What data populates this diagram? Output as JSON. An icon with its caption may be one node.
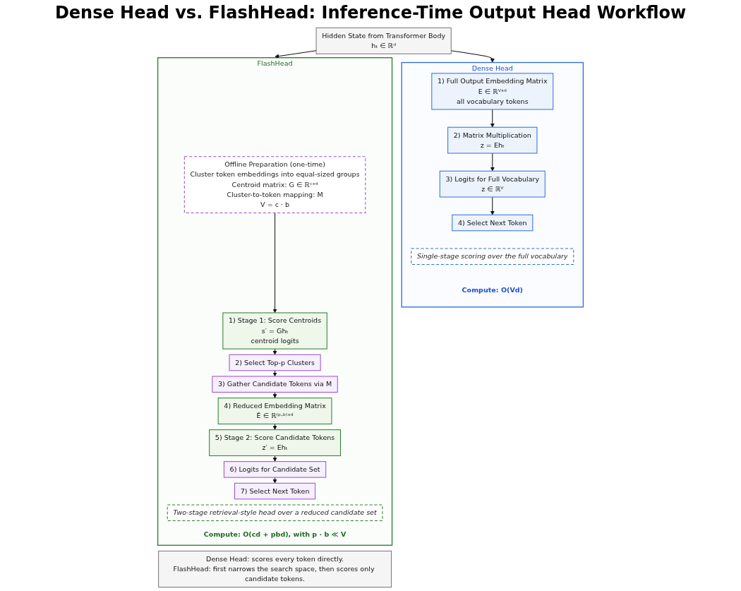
{
  "diagram": {
    "title": "Dense Head vs. FlashHead: Inference-Time Output Head Workflow",
    "nodes": [
      {
        "text": [
          "Hidden State from Transformer Body",
          "hₜ ∈ ℝᵈ"
        ]
      },
      {
        "text": [
          "Dense Head"
        ]
      },
      {
        "text": [
          "1) Full Output Embedding Matrix",
          "E ∈ ℝⱽˣᵈ",
          "all vocabulary tokens"
        ],
        "in": 1
      },
      {
        "text": [
          "2) Matrix Multiplication",
          "z = Ehₜ"
        ],
        "in": 1
      },
      {
        "text": [
          "3) Logits for Full Vocabulary",
          "z ∈ ℝⱽ"
        ],
        "in": 1
      },
      {
        "text": [
          "4) Select Next Token"
        ],
        "in": 1
      },
      {
        "text": [
          "Single-stage scoring over the full vocabulary"
        ],
        "in": 1
      },
      {
        "text": [
          "Compute: O(Vd)"
        ],
        "in": 1
      },
      {
        "text": [
          "FlashHead"
        ]
      },
      {
        "text": [
          "Offline Preparation (one-time)",
          "Cluster token embeddings into equal-sized groups",
          "Centroid matrix: G ∈ ℝᶜˣᵈ",
          "Cluster-to-token mapping: M",
          "V = c · b"
        ],
        "in": 8
      },
      {
        "text": [
          "1) Stage 1: Score Centroids",
          "s′ = Ghₜ",
          "centroid logits"
        ],
        "in": 8
      },
      {
        "text": [
          "2) Select Top-p Clusters"
        ],
        "in": 8
      },
      {
        "text": [
          "3) Gather Candidate Tokens via M"
        ],
        "in": 8
      },
      {
        "text": [
          "4) Reduced Embedding Matrix",
          "Ē ∈ ℝ⁽ᵖ·ᵇ⁾ˣᵈ"
        ],
        "in": 8
      },
      {
        "text": [
          "5) Stage 2: Score Candidate Tokens",
          "z′ = Ehₜ"
        ],
        "in": 8
      },
      {
        "text": [
          "6) Logits for Candidate Set"
        ],
        "in": 8
      },
      {
        "text": [
          "7) Select Next Token"
        ],
        "in": 8
      },
      {
        "text": [
          "Two-stage retrieval-style head over a reduced candidate set"
        ],
        "in": 8
      },
      {
        "text": [
          "Compute: O(cd + pbd), with p · b ≪ V"
        ],
        "in": 8
      },
      {
        "text": [
          "Dense Head: scores every token directly.",
          "FlashHead: first narrows the search space, then scores only candidate tokens."
        ]
      }
    ],
    "edges": [
      {
        "from": 0,
        "to": 1,
        "arrow": "to"
      },
      {
        "from": 0,
        "to": 8,
        "arrow": "to"
      },
      {
        "from": 2,
        "to": 3,
        "arrow": "to"
      },
      {
        "from": 3,
        "to": 4,
        "arrow": "to"
      },
      {
        "from": 4,
        "to": 5,
        "arrow": "to"
      },
      {
        "from": 9,
        "to": 10,
        "arrow": "to"
      },
      {
        "from": 10,
        "to": 11,
        "arrow": "to"
      },
      {
        "from": 11,
        "to": 12,
        "arrow": "to"
      },
      {
        "from": 12,
        "to": 13,
        "arrow": "to"
      },
      {
        "from": 13,
        "to": 14,
        "arrow": "to"
      },
      {
        "from": 14,
        "to": 15,
        "arrow": "to"
      },
      {
        "from": 15,
        "to": 16,
        "arrow": "to"
      }
    ]
  }
}
